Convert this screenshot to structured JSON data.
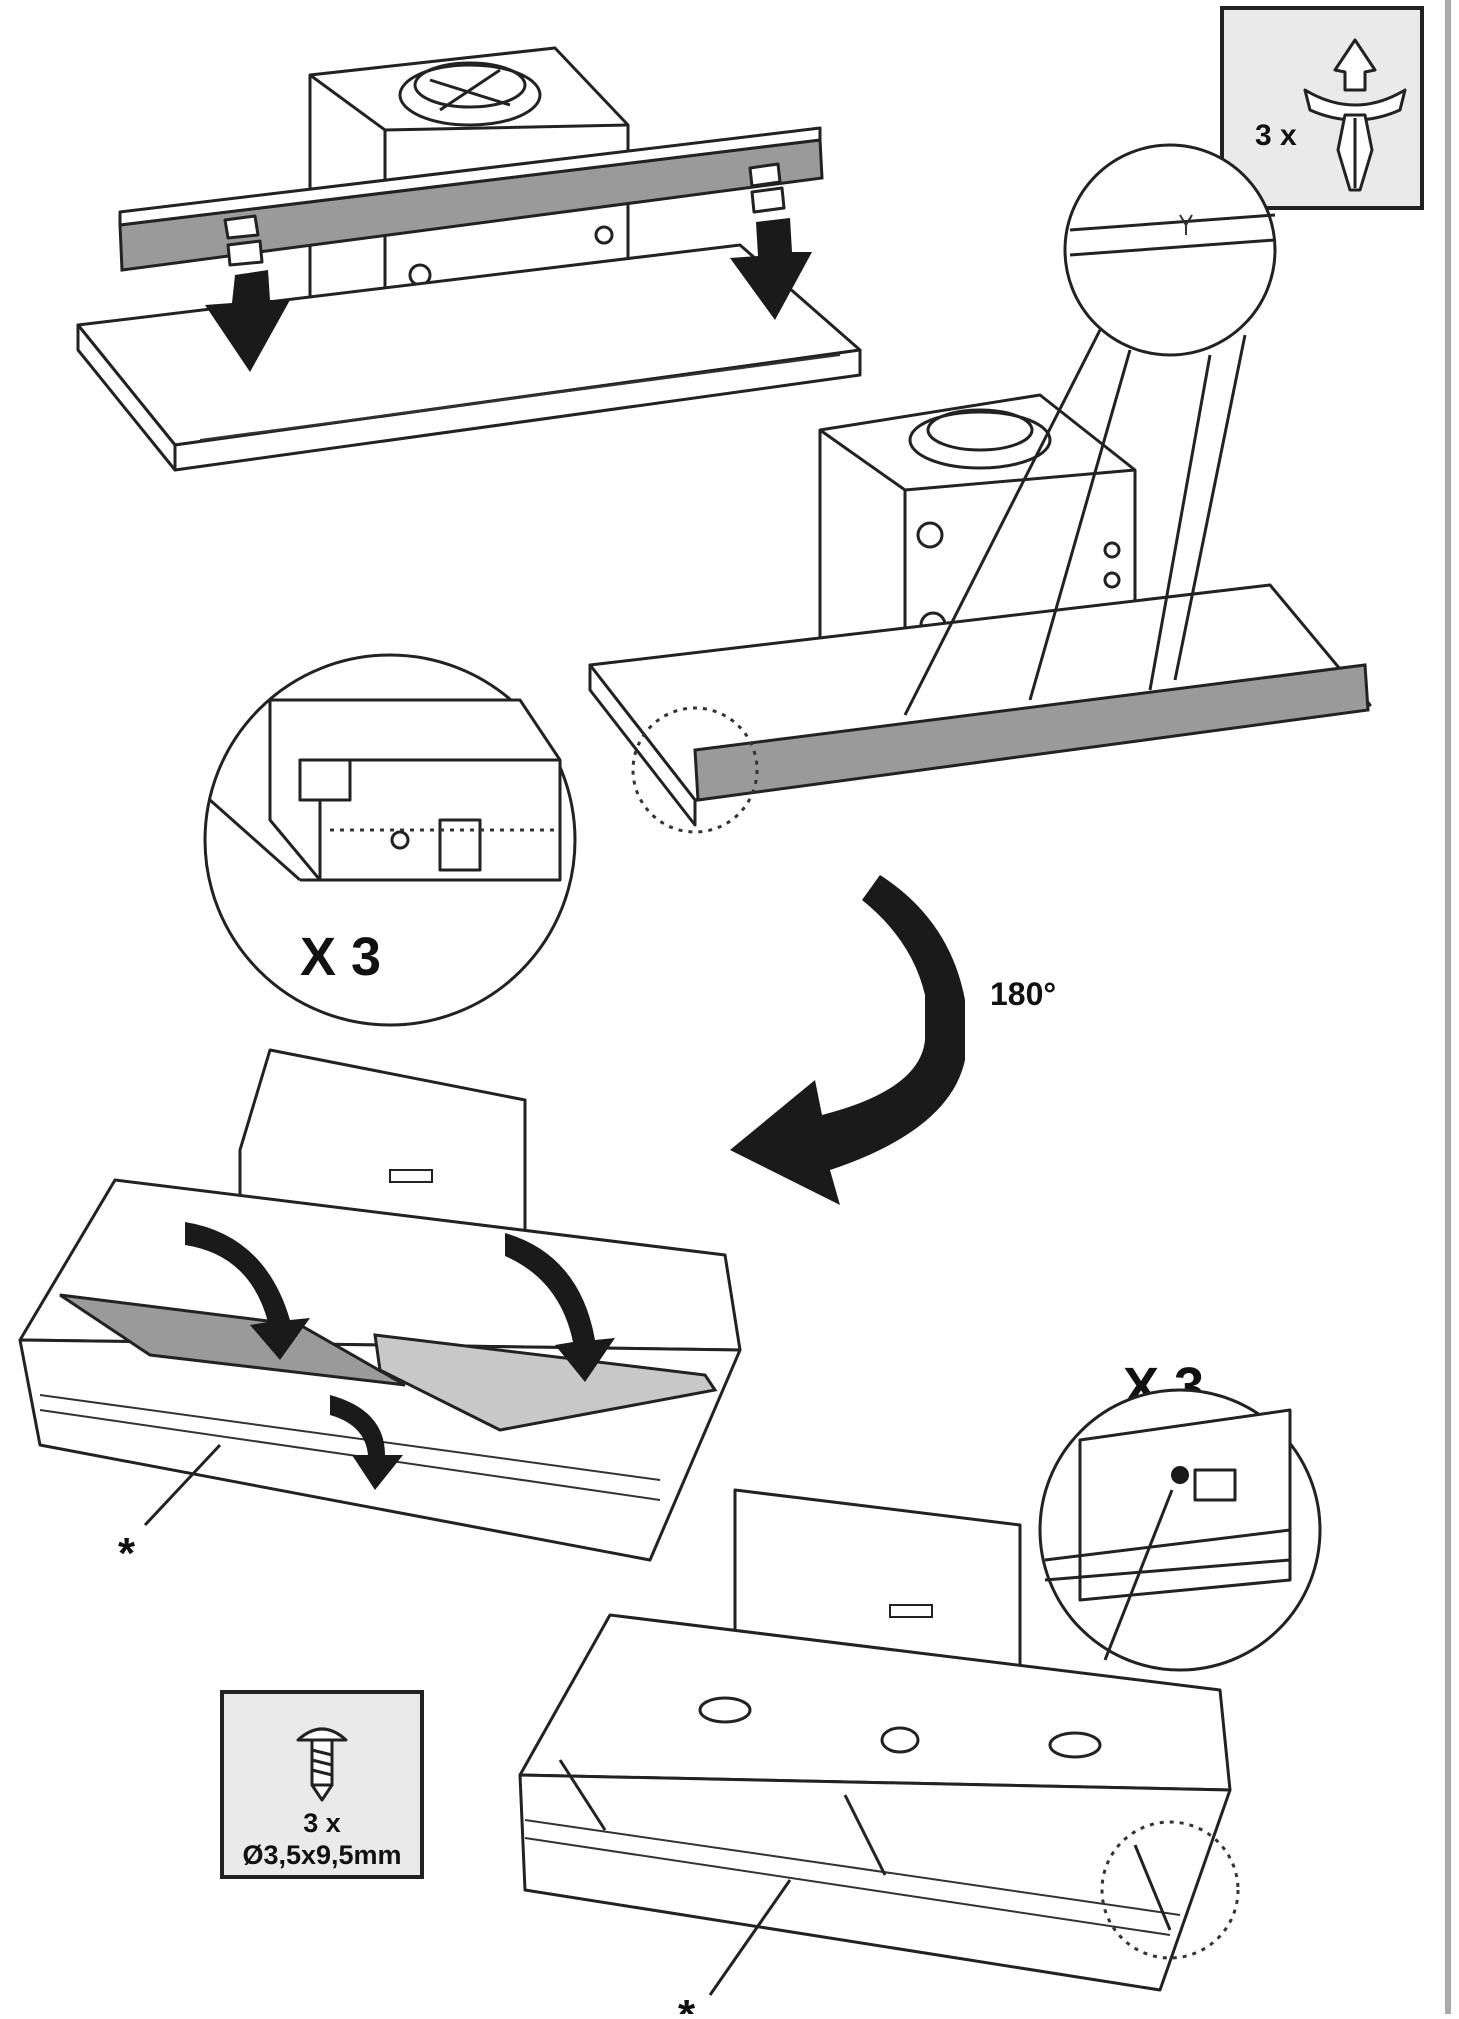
{
  "step_a": {
    "clip_callout_count": "3 x",
    "clip_icon": "push-clip-fastener-icon"
  },
  "step_b": {
    "detail_callout_count": "X 3"
  },
  "rotation": {
    "angle_label": "180°"
  },
  "step_c": {
    "asterisk_note": "*"
  },
  "step_d": {
    "detail_callout_count": "X 3",
    "screw_count": "3 x",
    "screw_spec": "Ø3,5x9,5mm",
    "screw_icon": "screw-icon",
    "asterisk_note": "*"
  },
  "colors": {
    "line": "#222222",
    "panel_gray": "#9a9a9a",
    "filter_light": "#c8c8c8",
    "callout_bg": "#eaeaea"
  }
}
